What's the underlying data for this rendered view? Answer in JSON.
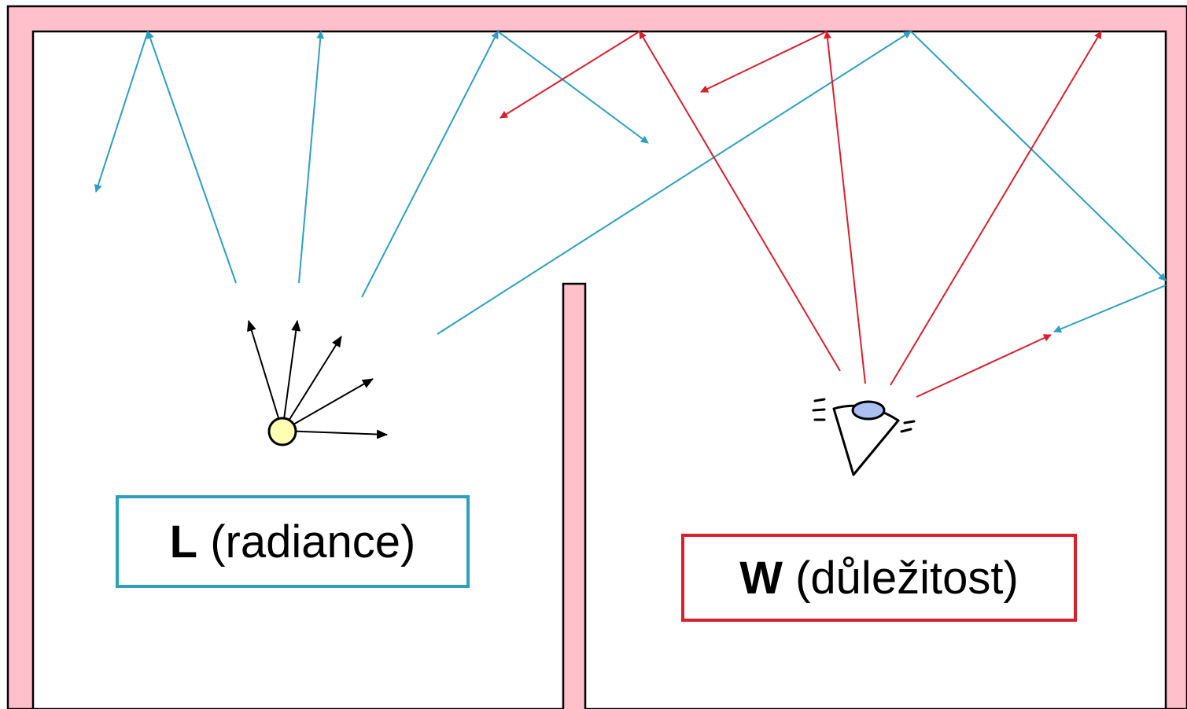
{
  "colors": {
    "wall_fill": "#ffc0cb",
    "wall_stroke": "#000000",
    "radiance_ray": "#2e9fbf",
    "importance_ray": "#d6202e",
    "light_source_fill": "#ffffb3",
    "eye_fill": "#aac0f0"
  },
  "icons": {
    "light": "light-source-icon",
    "eye": "eye-camera-icon"
  },
  "radiance_label": {
    "symbol": "L",
    "text": " (radiance)"
  },
  "importance_label": {
    "symbol": "W",
    "text": " (důležitost)"
  }
}
